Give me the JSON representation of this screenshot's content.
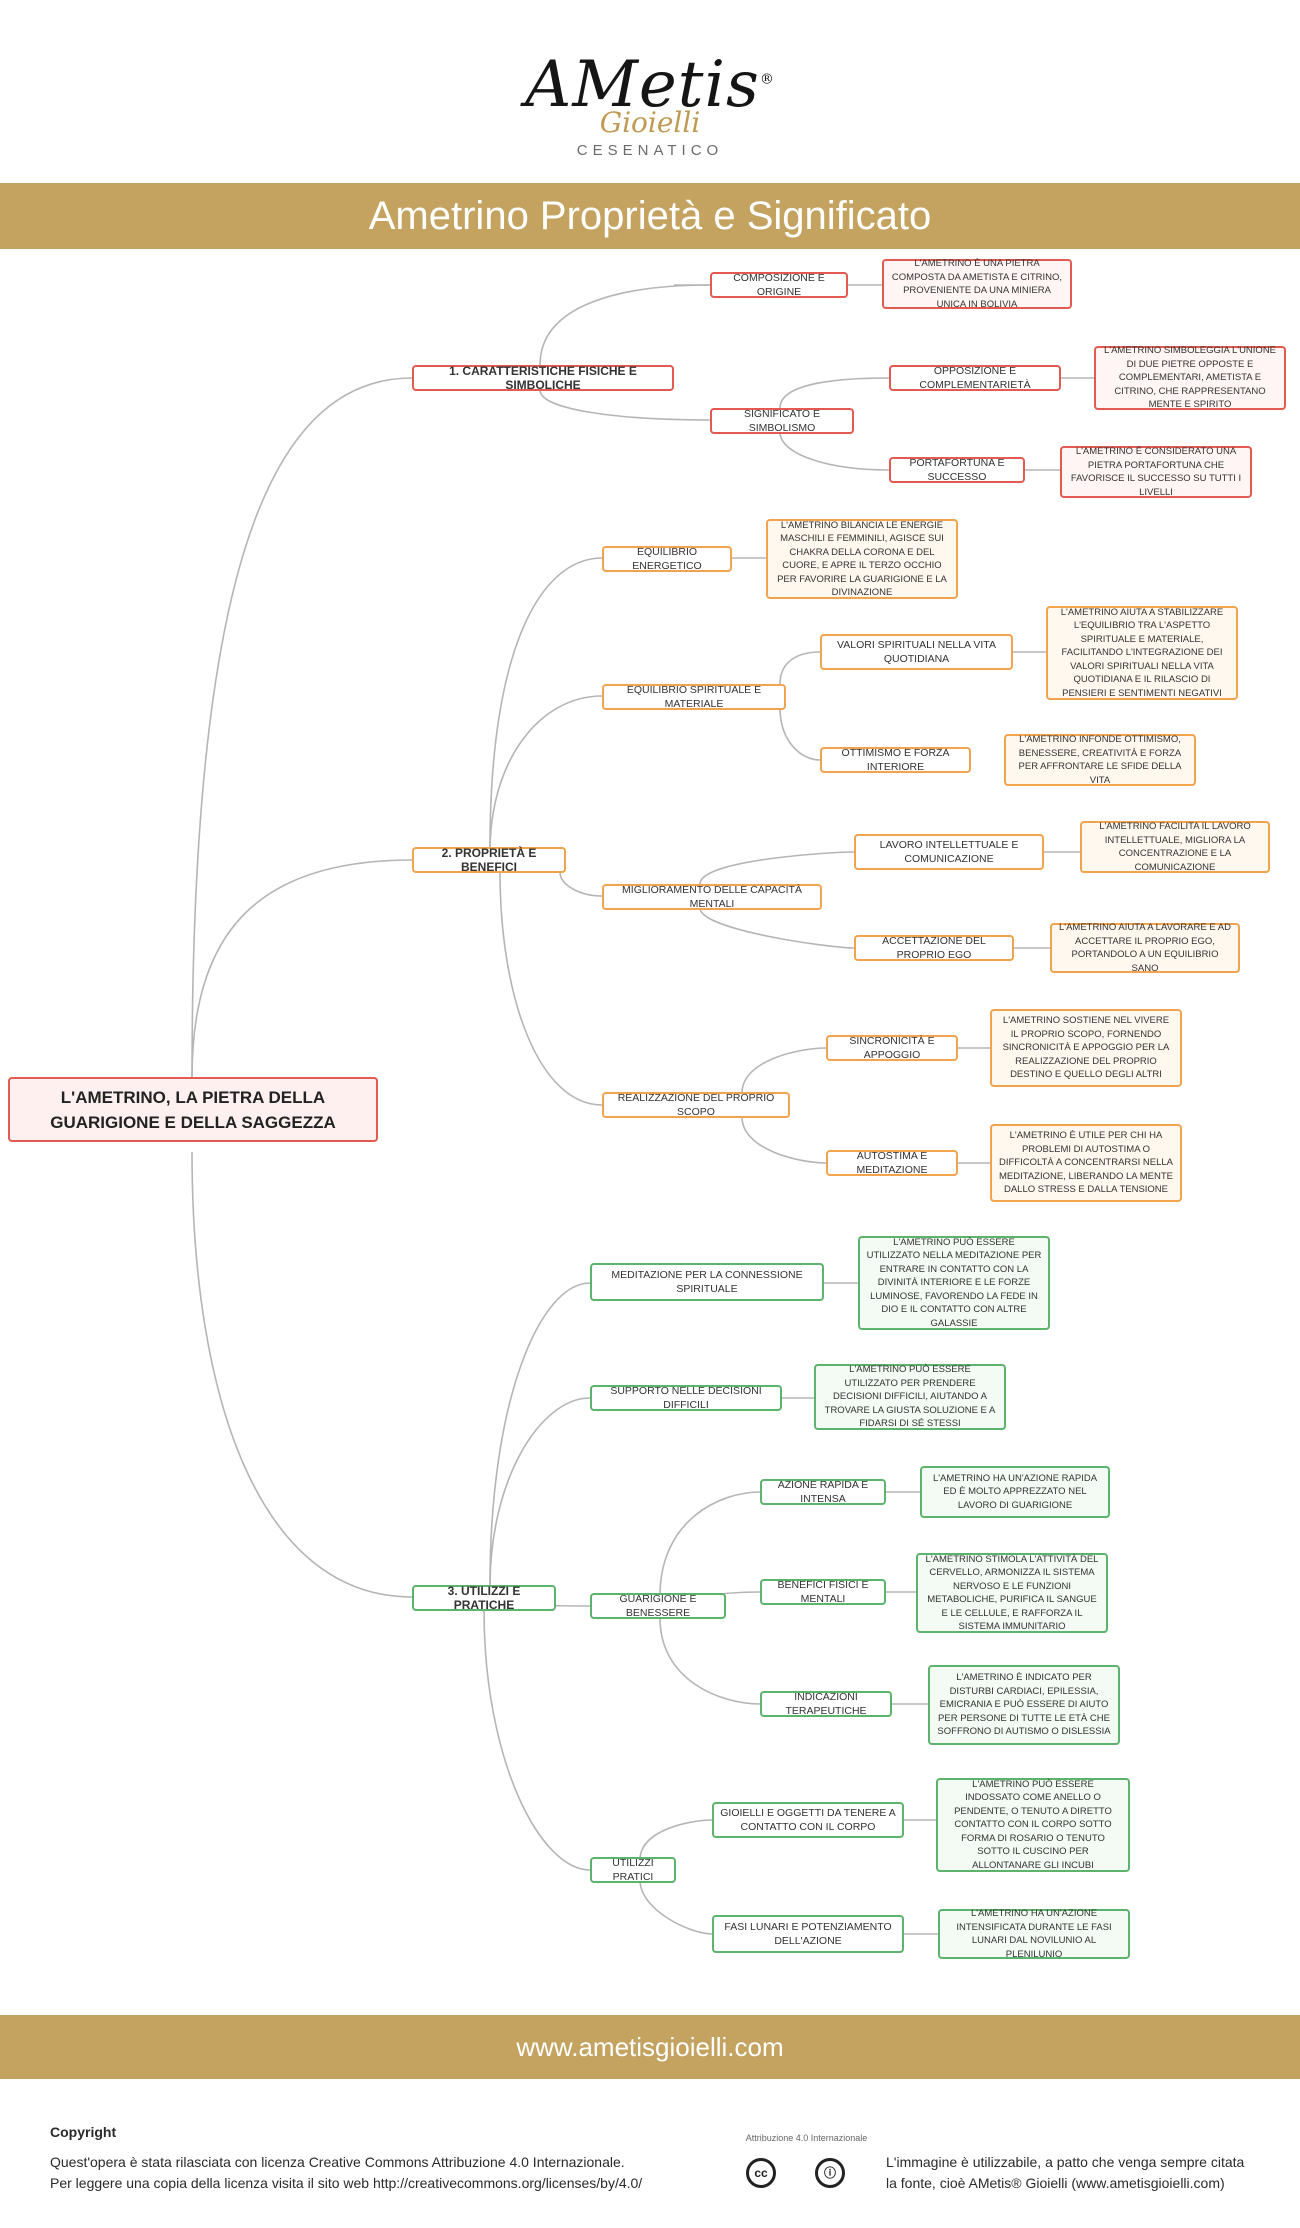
{
  "logo": {
    "brand": "AMetis",
    "reg": "®",
    "sub": "Gioielli",
    "city": "CESENATICO"
  },
  "title": "Ametrino Proprietà e Significato",
  "root": "L'AMETRINO, LA PIETRA DELLA GUARIGIONE E DELLA SAGGEZZA",
  "sections": [
    {
      "label": "1. CARATTERISTICHE FISICHE E SIMBOLICHE",
      "color": "#e25a50"
    },
    {
      "label": "2. PROPRIETÀ E BENEFICI",
      "color": "#f2a34d"
    },
    {
      "label": "3. UTILIZZI E PRATICHE",
      "color": "#5cb36c"
    }
  ],
  "nodes": {
    "s1_a": "COMPOSIZIONE E ORIGINE",
    "s1_a_leaf": "L'AMETRINO È UNA PIETRA COMPOSTA DA AMETISTA E CITRINO, PROVENIENTE DA UNA MINIERA UNICA IN BOLIVIA",
    "s1_b": "SIGNIFICATO E SIMBOLISMO",
    "s1_b1": "OPPOSIZIONE E COMPLEMENTARIETÀ",
    "s1_b1_leaf": "L'AMETRINO SIMBOLEGGIA L'UNIONE DI DUE PIETRE OPPOSTE E COMPLEMENTARI, AMETISTA E CITRINO, CHE RAPPRESENTANO MENTE E SPIRITO",
    "s1_b2": "PORTAFORTUNA E SUCCESSO",
    "s1_b2_leaf": "L'AMETRINO È CONSIDERATO UNA PIETRA PORTAFORTUNA CHE FAVORISCE IL SUCCESSO SU TUTTI I LIVELLI",
    "s2_a": "EQUILIBRIO ENERGETICO",
    "s2_a_leaf": "L'AMETRINO BILANCIA LE ENERGIE MASCHILI E FEMMINILI, AGISCE SUI CHAKRA DELLA CORONA E DEL CUORE, E APRE IL TERZO OCCHIO PER FAVORIRE LA GUARIGIONE E LA DIVINAZIONE",
    "s2_b": "EQUILIBRIO SPIRITUALE E MATERIALE",
    "s2_b1": "VALORI SPIRITUALI NELLA VITA QUOTIDIANA",
    "s2_b1_leaf": "L'AMETRINO AIUTA A STABILIZZARE L'EQUILIBRIO TRA L'ASPETTO SPIRITUALE E MATERIALE, FACILITANDO L'INTEGRAZIONE DEI VALORI SPIRITUALI NELLA VITA QUOTIDIANA E IL RILASCIO DI PENSIERI E SENTIMENTI NEGATIVI",
    "s2_b2": "OTTIMISMO E FORZA INTERIORE",
    "s2_b2_leaf": "L'AMETRINO INFONDE OTTIMISMO, BENESSERE, CREATIVITÀ E FORZA PER AFFRONTARE LE SFIDE DELLA VITA",
    "s2_c": "MIGLIORAMENTO DELLE CAPACITÀ MENTALI",
    "s2_c1": "LAVORO INTELLETTUALE E COMUNICAZIONE",
    "s2_c1_leaf": "L'AMETRINO FACILITA IL LAVORO INTELLETTUALE, MIGLIORA LA CONCENTRAZIONE E LA COMUNICAZIONE",
    "s2_c2": "ACCETTAZIONE DEL PROPRIO EGO",
    "s2_c2_leaf": "L'AMETRINO AIUTA A LAVORARE E AD ACCETTARE IL PROPRIO EGO, PORTANDOLO A UN EQUILIBRIO SANO",
    "s2_d": "REALIZZAZIONE DEL PROPRIO SCOPO",
    "s2_d1": "SINCRONICITÀ E APPOGGIO",
    "s2_d1_leaf": "L'AMETRINO SOSTIENE NEL VIVERE IL PROPRIO SCOPO, FORNENDO SINCRONICITÀ E APPOGGIO PER LA REALIZZAZIONE DEL PROPRIO DESTINO E QUELLO DEGLI ALTRI",
    "s2_d2": "AUTOSTIMA E MEDITAZIONE",
    "s2_d2_leaf": "L'AMETRINO È UTILE PER CHI HA PROBLEMI DI AUTOSTIMA O DIFFICOLTÀ A CONCENTRARSI NELLA MEDITAZIONE, LIBERANDO LA MENTE DALLO STRESS E DALLA TENSIONE",
    "s3_a": "MEDITAZIONE PER LA CONNESSIONE SPIRITUALE",
    "s3_a_leaf": "L'AMETRINO PUÒ ESSERE UTILIZZATO NELLA MEDITAZIONE PER ENTRARE IN CONTATTO CON LA DIVINITÀ INTERIORE E LE FORZE LUMINOSE, FAVORENDO LA FEDE IN DIO E IL CONTATTO CON ALTRE GALASSIE",
    "s3_b": "SUPPORTO NELLE DECISIONI DIFFICILI",
    "s3_b_leaf": "L'AMETRINO PUÒ ESSERE UTILIZZATO PER PRENDERE DECISIONI DIFFICILI, AIUTANDO A TROVARE LA GIUSTA SOLUZIONE E A FIDARSI DI SÉ STESSI",
    "s3_c": "GUARIGIONE E BENESSERE",
    "s3_c1": "AZIONE RAPIDA E INTENSA",
    "s3_c1_leaf": "L'AMETRINO HA UN'AZIONE RAPIDA ED È MOLTO APPREZZATO NEL LAVORO DI GUARIGIONE",
    "s3_c2": "BENEFICI FISICI E MENTALI",
    "s3_c2_leaf": "L'AMETRINO STIMOLA L'ATTIVITÀ DEL CERVELLO, ARMONIZZA IL SISTEMA NERVOSO E LE FUNZIONI METABOLICHE, PURIFICA IL SANGUE E LE CELLULE, E RAFFORZA IL SISTEMA IMMUNITARIO",
    "s3_c3": "INDICAZIONI TERAPEUTICHE",
    "s3_c3_leaf": "L'AMETRINO È INDICATO PER DISTURBI CARDIACI, EPILESSIA, EMICRANIA E PUÒ ESSERE DI AIUTO PER PERSONE DI TUTTE LE ETÀ CHE SOFFRONO DI AUTISMO O DISLESSIA",
    "s3_d": "UTILIZZI PRATICI",
    "s3_d1": "GIOIELLI E OGGETTI DA TENERE A CONTATTO CON IL CORPO",
    "s3_d1_leaf": "L'AMETRINO PUÒ ESSERE INDOSSATO COME ANELLO O PENDENTE, O TENUTO A DIRETTO CONTATTO CON IL CORPO SOTTO FORMA DI ROSARIO O TENUTO SOTTO IL CUSCINO PER ALLONTANARE GLI INCUBI",
    "s3_d2": "FASI LUNARI E POTENZIAMENTO DELL'AZIONE",
    "s3_d2_leaf": "L'AMETRINO HA UN'AZIONE INTENSIFICATA DURANTE LE FASI LUNARI DAL NOVILUNIO AL PLENILUNIO"
  },
  "footer": {
    "url": "www.ametisgioielli.com",
    "copyright_heading": "Copyright",
    "license_line1": "Quest'opera è stata rilasciata con licenza Creative Commons Attribuzione 4.0 Internazionale.",
    "license_line2": "Per leggere una copia della licenza visita il sito web http://creativecommons.org/licenses/by/4.0/",
    "cc_label": "Attribuzione 4.0 Internazionale",
    "cc_icon": "cc",
    "by_icon": "ⓘ",
    "usage_line1": "L'immagine è utilizzabile, a patto che venga sempre citata",
    "usage_line2": "la fonte, cioè AMetis® Gioielli (www.ametisgioielli.com)"
  }
}
